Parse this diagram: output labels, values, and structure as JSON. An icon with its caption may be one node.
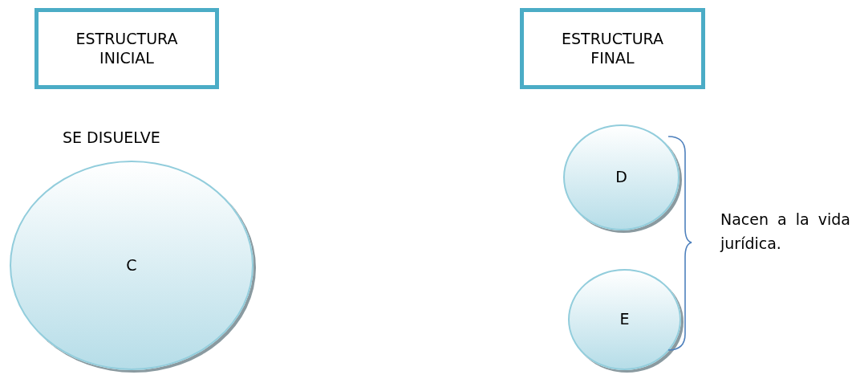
{
  "diagram": {
    "nodes": [
      {
        "text": [
          "ESTRUCTURA INICIAL"
        ]
      },
      {
        "text": [
          "ESTRUCTURA FINAL"
        ]
      },
      {
        "text": [
          "C"
        ],
        "beside": [
          "SE DISUELVE"
        ]
      },
      {
        "text": [
          "D"
        ]
      },
      {
        "text": [
          "E"
        ]
      }
    ],
    "labels": [
      "Nacen a la vida jurídica."
    ]
  }
}
